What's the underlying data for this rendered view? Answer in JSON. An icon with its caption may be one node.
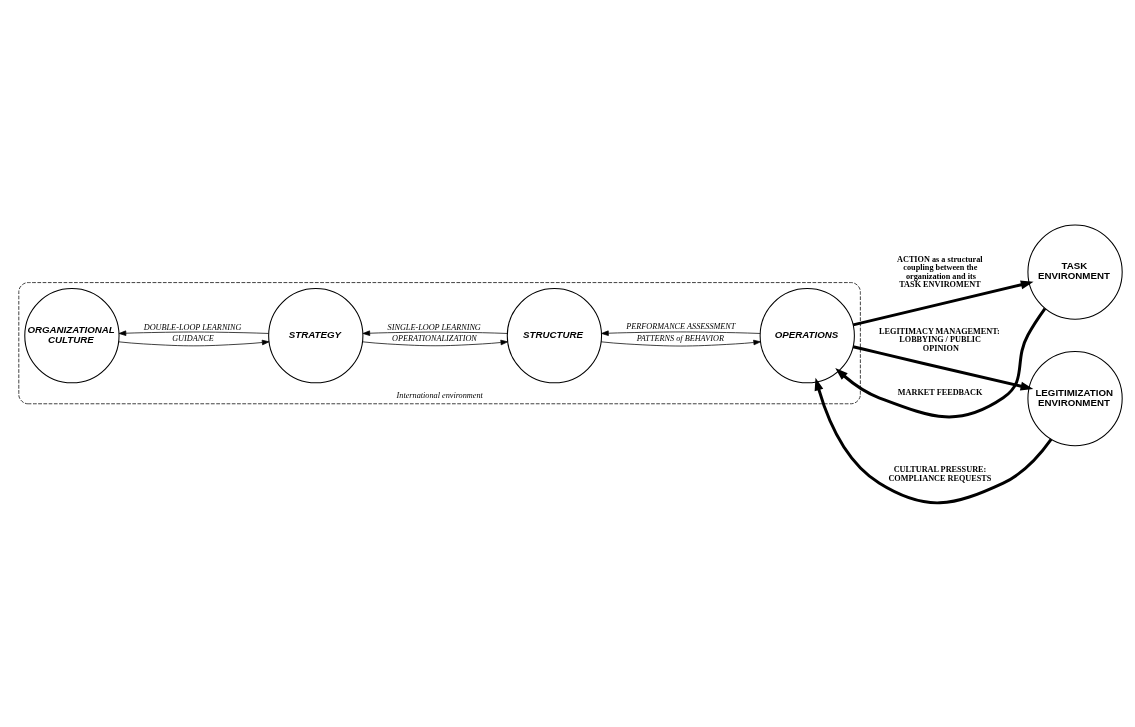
{
  "diagram": {
    "nodes": [
      {
        "text": [
          "International environment"
        ]
      },
      {
        "text": [
          "ORGANIZATIONAL CULTURE"
        ],
        "in": 0
      },
      {
        "text": [
          "STRATEGY"
        ],
        "in": 0
      },
      {
        "text": [
          "STRUCTURE"
        ],
        "in": 0
      },
      {
        "text": [
          "OPERATIONS"
        ],
        "in": 0
      },
      {
        "text": [
          "TASK ENVIRONMENT"
        ]
      },
      {
        "text": [
          "LEGITIMIZATION ENVIRONMENT"
        ]
      }
    ],
    "edges": [
      {
        "from": 1,
        "to": 2,
        "arrow": "to",
        "label": "GUIDANCE"
      },
      {
        "from": 2,
        "to": 3,
        "arrow": "to",
        "label": "OPERATIONALIZATION"
      },
      {
        "from": 3,
        "to": 4,
        "arrow": "to",
        "label": "PATTERNS of BEHAVIOR"
      },
      {
        "from": 4,
        "to": 3,
        "arrow": "to",
        "label": "PERFORMANCE ASSESSMENT"
      },
      {
        "from": 3,
        "to": 2,
        "arrow": "to",
        "label": "SINGLE-LOOP LEARNING"
      },
      {
        "from": 2,
        "to": 1,
        "arrow": "to",
        "label": "DOUBLE-LOOP LEARNING"
      },
      {
        "from": 4,
        "to": 5,
        "arrow": "to",
        "style": "thick",
        "label": "ACTION as a structural coupling between the organization and its TASK ENVIROMENT"
      },
      {
        "from": 5,
        "to": 4,
        "arrow": "to",
        "style": "thick",
        "label": "MARKET FEEDBACK"
      },
      {
        "from": 4,
        "to": 6,
        "arrow": "to",
        "style": "thick",
        "label": "LEGITIMACY MANAGEMENT: LOBBYING / PUBLIC OPINION"
      },
      {
        "from": 6,
        "to": 4,
        "arrow": "to",
        "style": "thick",
        "label": "CULTURAL PRESSURE: COMPLIANCE REQUESTS"
      }
    ]
  }
}
